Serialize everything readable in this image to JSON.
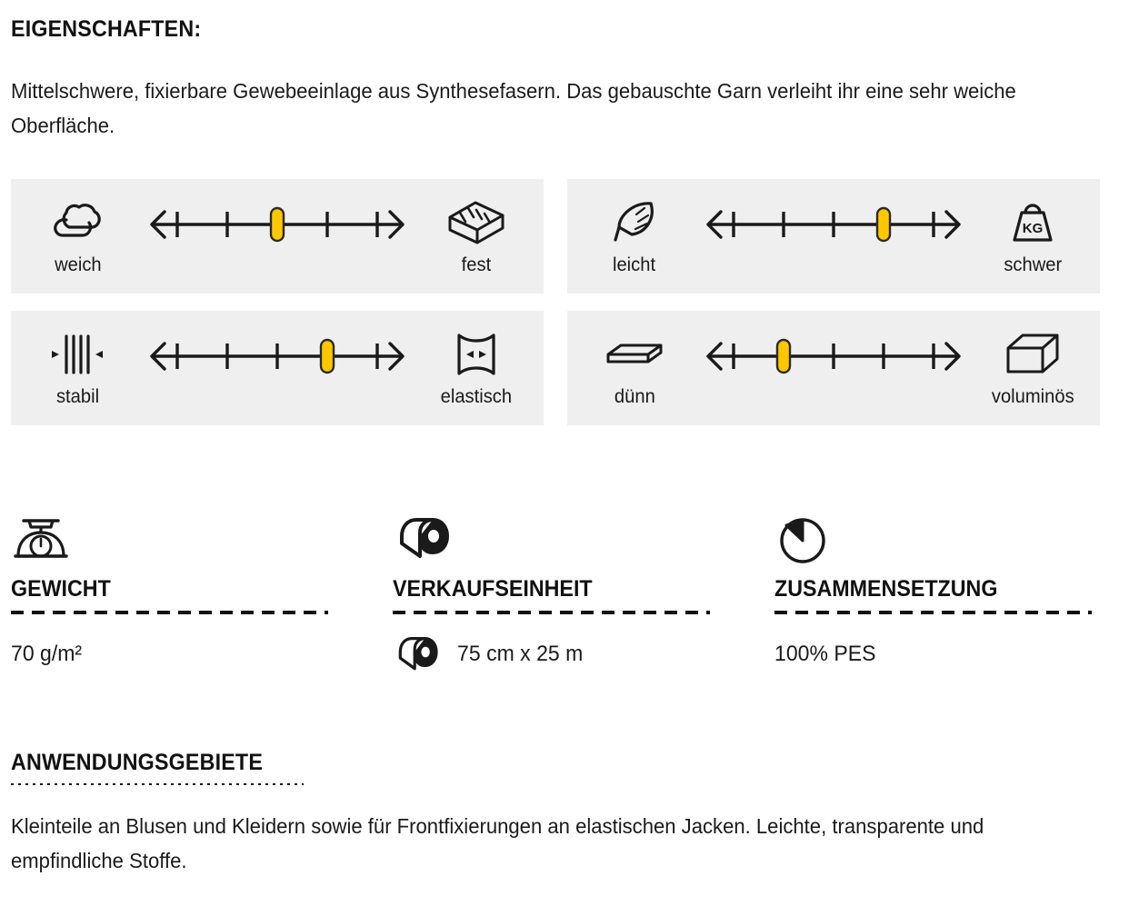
{
  "properties": {
    "heading": "EIGENSCHAFTEN:",
    "description": "Mittelschwere, fixierbare Gewebeeinlage aus Synthesefasern. Das gebauschte Garn verleiht ihr eine sehr weiche Oberfläche."
  },
  "scales": [
    {
      "left_label": "weich",
      "right_label": "fest",
      "left_icon": "cloud-icon",
      "right_icon": "brick-icon",
      "ticks": 5,
      "value": 3
    },
    {
      "left_label": "leicht",
      "right_label": "schwer",
      "left_icon": "feather-icon",
      "right_icon": "kg-weight-icon",
      "ticks": 5,
      "value": 4
    },
    {
      "left_label": "stabil",
      "right_label": "elastisch",
      "left_icon": "stable-threads-icon",
      "right_icon": "stretch-fabric-icon",
      "ticks": 5,
      "value": 4
    },
    {
      "left_label": "dünn",
      "right_label": "voluminös",
      "left_icon": "thin-slab-icon",
      "right_icon": "volume-box-icon",
      "ticks": 5,
      "value": 2
    }
  ],
  "specs": [
    {
      "label": "GEWICHT",
      "value": "70 g/m²",
      "icon": "kitchen-scale-icon",
      "value_icon": ""
    },
    {
      "label": "VERKAUFSEINHEIT",
      "value": "75 cm x 25 m",
      "icon": "fabric-roll-icon",
      "value_icon": "fabric-roll-icon"
    },
    {
      "label": "ZUSAMMENSETZUNG",
      "value": "100% PES",
      "icon": "pie-chart-icon",
      "value_icon": ""
    }
  ],
  "application": {
    "heading": "ANWENDUNGSGEBIETE",
    "text": "Kleinteile an Blusen und Kleidern sowie für Frontfixierungen an elastischen Jacken. Leichte, transparente und empfindliche Stoffe."
  },
  "colors": {
    "marker": "#FFC700",
    "marker_stroke": "#2a2a2a",
    "box_background": "#efefef",
    "ink": "#1a1a1a"
  }
}
